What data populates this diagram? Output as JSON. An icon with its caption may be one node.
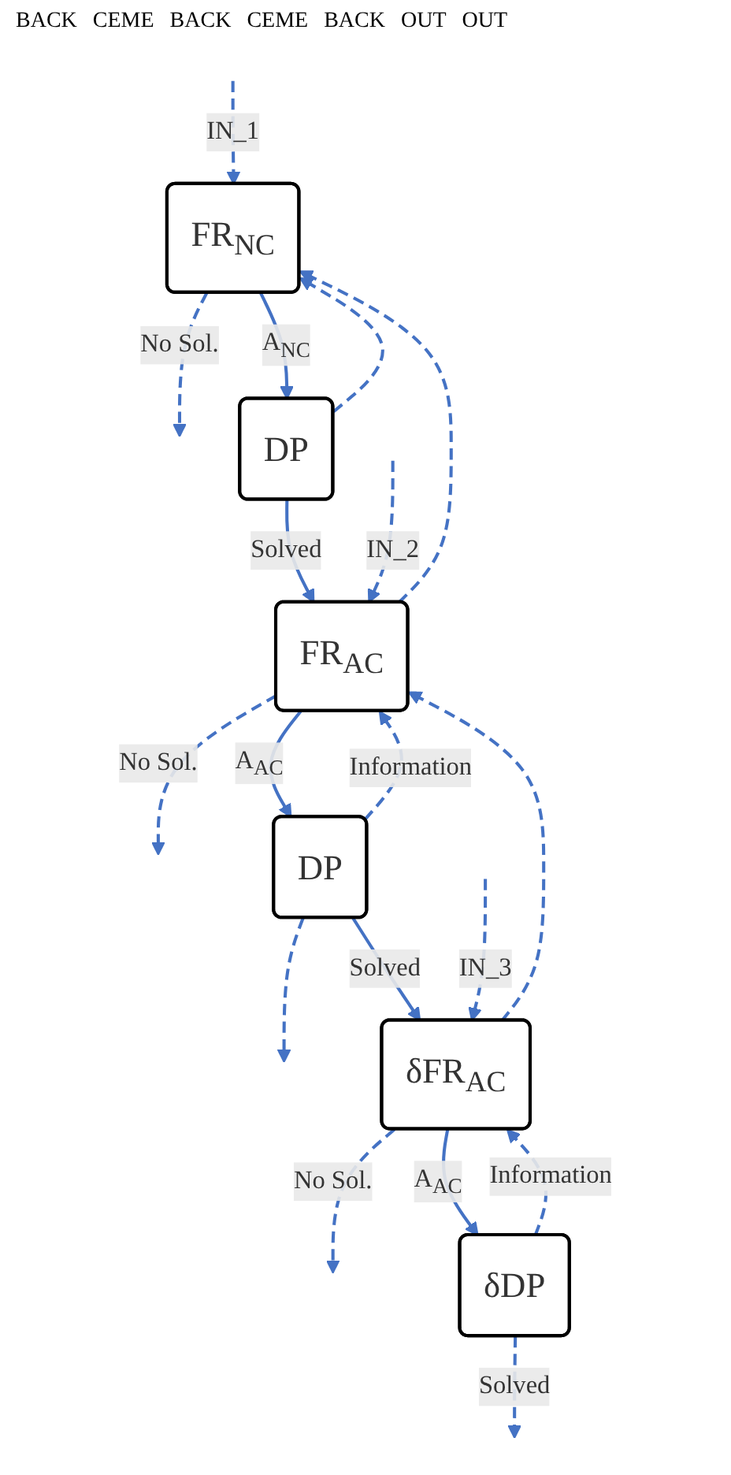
{
  "diagram": {
    "nodes": [
      {
        "text": [
          "FR$_{NC}$"
        ]
      },
      {
        "text": [
          "DP"
        ]
      },
      {
        "text": [
          "FR$_{AC}$"
        ]
      },
      {
        "text": [
          "DP"
        ]
      },
      {
        "text": [
          "δFR$_{AC}$"
        ]
      },
      {
        "text": [
          "δDP"
        ]
      }
    ],
    "edges": [
      {
        "from": 0,
        "to": 1,
        "arrow": "to",
        "label": "A$_{NC}$"
      },
      {
        "from": 1,
        "to": 0,
        "arrow": "to",
        "style": "dashed"
      },
      {
        "from": 0,
        "to": null,
        "arrow": "to",
        "style": "dashed",
        "label": "No Sol."
      },
      {
        "from": null,
        "to": 0,
        "arrow": "to",
        "style": "dashed",
        "label": "IN_1"
      },
      {
        "from": 1,
        "to": 2,
        "arrow": "to",
        "label": "Solved"
      },
      {
        "from": 2,
        "to": null,
        "arrow": "to",
        "style": "dashed",
        "label": "No Sol."
      },
      {
        "from": 2,
        "to": 0,
        "arrow": "to",
        "style": "dashed"
      },
      {
        "from": null,
        "to": 2,
        "arrow": "to",
        "style": "dashed",
        "label": "IN_2"
      },
      {
        "from": 2,
        "to": 3,
        "arrow": "to",
        "label": "A$_{AC}$"
      },
      {
        "from": 3,
        "to": 2,
        "arrow": "to",
        "style": "dashed",
        "label": "Information"
      },
      {
        "from": 3,
        "to": null,
        "arrow": "to",
        "style": "dashed"
      },
      {
        "from": 3,
        "to": 4,
        "arrow": "to",
        "label": "Solved"
      },
      {
        "from": 4,
        "to": null,
        "arrow": "to",
        "style": "dashed",
        "label": "No Sol."
      },
      {
        "from": 4,
        "to": 2,
        "arrow": "to",
        "style": "dashed"
      },
      {
        "from": null,
        "to": 4,
        "arrow": "to",
        "style": "dashed",
        "label": "IN_3"
      },
      {
        "from": 4,
        "to": 5,
        "arrow": "to",
        "label": "A$_{AC}$"
      },
      {
        "from": 5,
        "to": 4,
        "arrow": "to",
        "style": "dashed",
        "label": "Information"
      },
      {
        "from": 5,
        "to": null,
        "arrow": "to",
        "style": "dashed",
        "label": "Solved"
      }
    ],
    "labels": [
      "BACK",
      "CEME",
      "BACK",
      "CEME",
      "BACK",
      "OUT",
      "OUT"
    ]
  }
}
